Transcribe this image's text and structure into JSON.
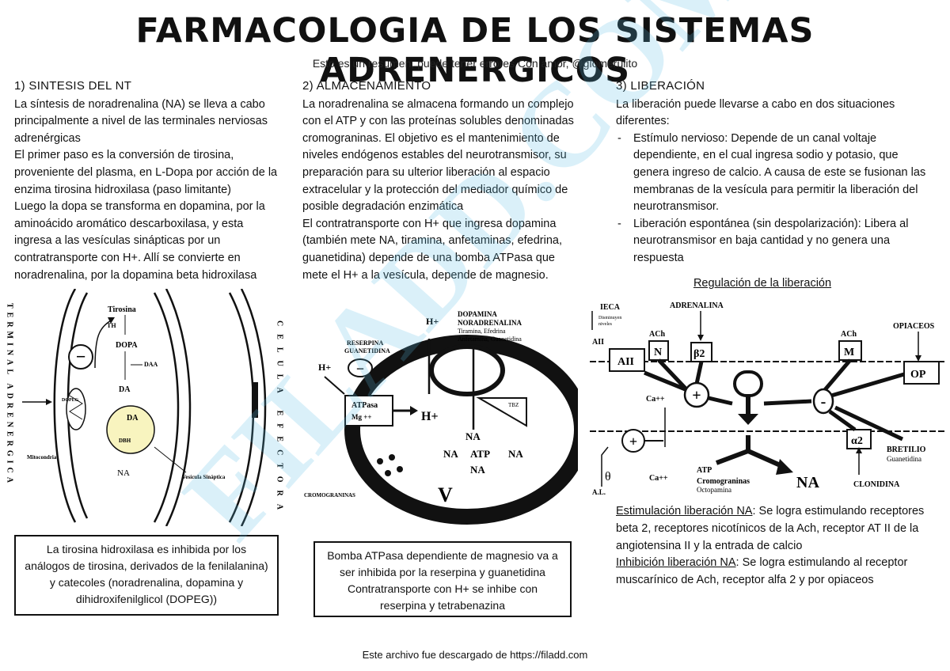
{
  "header": {
    "title": "FARMACOLOGIA DE LOS SISTEMAS ADRENERGICOS",
    "subtitle": "Esto es un resumen, puede tener errores Con amor, @glomerulito"
  },
  "section1": {
    "heading": "1) SINTESIS DEL NT",
    "p1": "La síntesis de noradrenalina (NA) se lleva a cabo principalmente a nivel de las terminales nerviosas adrenérgicas",
    "p2": "El primer paso es la conversión de tirosina, proveniente del plasma, en L-Dopa por acción de la enzima tirosina hidroxilasa (paso limitante)",
    "p3": "Luego la dopa se transforma en dopamina, por la aminoácido aromático descarboxilasa, y esta ingresa a las vesículas sinápticas por un contratransporte con H+. Allí se convierte en noradrenalina, por la dopamina beta hidroxilasa",
    "box": "La tirosina hidroxilasa es inhibida por los análogos de tirosina, derivados de la fenilalanina) y catecoles (noradrenalina, dopamina y dihidroxifenilglicol (DOPEG))"
  },
  "section2": {
    "heading": "2) ALMACENAMIENTO",
    "p1": "La noradrenalina se almacena formando un complejo con el ATP y con las proteínas solubles denominadas cromograninas. El objetivo es el mantenimiento de niveles endógenos estables del neurotransmisor, su preparación para su ulterior liberación al espacio extracelular y la protección del mediador químico de posible degradación enzimática",
    "p2": "El contratransporte con H+ que ingresa dopamina (también mete NA, tiramina, anfetaminas, efedrina, guanetidina) depende de una bomba ATPasa que mete el H+ a la vesícula, depende de magnesio.",
    "box": "Bomba ATPasa dependiente de magnesio va a ser inhibida por la reserpina y guanetidina Contratransporte con H+ se inhibe con reserpina y tetrabenazina"
  },
  "section3": {
    "heading": "3) LIBERACIÓN",
    "p1": "La liberación puede llevarse a cabo en dos situaciones diferentes:",
    "items": [
      "Estímulo nervioso: Depende de un canal voltaje dependiente, en el cual ingresa sodio y potasio, que genera ingreso de calcio. A causa de este se fusionan las membranas de la vesícula para permitir la liberación del neurotransmisor.",
      "Liberación espontánea (sin despolarización): Libera al neurotransmisor en baja cantidad y no genera una respuesta"
    ],
    "reg_title": "Regulación de la liberación",
    "stim_label": "Estimulación liberación NA",
    "stim_text": ": Se logra estimulando receptores beta 2, receptores nicotínicos de la Ach, receptor AT II de la angiotensina II y la entrada de calcio",
    "inhib_label": "Inhibición liberación NA",
    "inhib_text": ": Se logra estimulando al receptor muscarínico de Ach, receptor alfa 2 y por opiaceos"
  },
  "diagram1": {
    "left_vertical": "TERMINAL ADRENERGICA",
    "right_vertical": "CELULA EFECTORA",
    "tirosina": "Tirosina",
    "th": "TH",
    "dopa": "DOPA",
    "daa": "DAA",
    "da": "DA",
    "da_vesicle": "DA",
    "dbh": "DBH",
    "na": "NA",
    "dopeg": "DOPEG",
    "mitocondria": "Mitocondria",
    "vesicula": "Vesícula Sináptica",
    "minus": "−"
  },
  "diagram2": {
    "h_top": "H+",
    "dopamina": "DOPAMINA",
    "noradrenalina": "NORADRENALINA",
    "other": "Tiramina, Efedrina",
    "other2": "Anfetamina, Guanetidina",
    "reserpina": "RESERPINA",
    "guanetidina": "GUANETIDINA",
    "h_left": "H+",
    "atpasa": "ATPasa",
    "mg": "Mg ++",
    "h_inner": "H+",
    "tbz": "TBZ",
    "na1": "NA",
    "na2": "NA",
    "atp": "ATP",
    "na3": "NA",
    "na4": "NA",
    "cromograninas": "CROMOGRANINAS",
    "v": "V"
  },
  "diagram3": {
    "ieca": "IECA",
    "disminuyen": "Disminuyen",
    "niveles": "niveles",
    "all": "AII",
    "aii_box": "AII",
    "ach1": "ACh",
    "n": "N",
    "adrenalina": "ADRENALINA",
    "b2": "β2",
    "ach2": "ACh",
    "m": "M",
    "opiaceos": "OPIACEOS",
    "op": "OP",
    "plus": "+",
    "minus": "-",
    "ca1": "Ca++",
    "a2": "α2",
    "bretilio": "BRETILIO",
    "guanetidina": "Guanetidina",
    "plus2": "+",
    "ca2": "Ca++",
    "theta": "θ",
    "al": "A.L.",
    "atp": "ATP",
    "cromograninas": "Cromograninas",
    "octopamina": "Octopamina",
    "na": "NA",
    "clonidina": "CLONIDINA"
  },
  "footer": {
    "text": "Este archivo fue descargado de https://filadd.com"
  },
  "watermark": {
    "text": "FILADD.COM",
    "color": "#5bc0e8"
  }
}
